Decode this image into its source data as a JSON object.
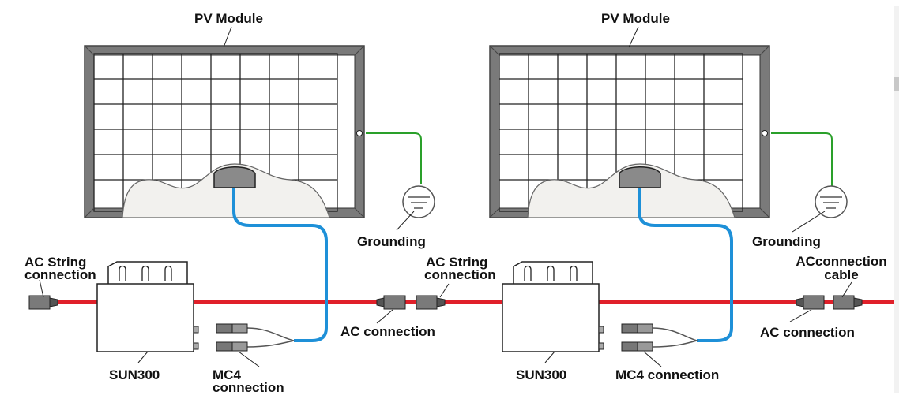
{
  "colors": {
    "ac_cable": "#e0202a",
    "dc_cable": "#1e90d8",
    "ground_wire": "#2aa02a",
    "frame": "#7a7a7a",
    "panel": "#ffffff",
    "cloud": "#f2f1ee"
  },
  "left": {
    "pv_module": "PV Module",
    "grounding": "Grounding",
    "ac_string_1": "AC String",
    "ac_string_2": "connection",
    "ac_connection": "AC connection",
    "sun300": "SUN300",
    "mc4_1": "MC4",
    "mc4_2": "connection"
  },
  "right": {
    "pv_module": "PV Module",
    "grounding": "Grounding",
    "ac_string_1": "AC String",
    "ac_string_2": "connection",
    "ac_connection_cable_1": "ACconnection",
    "ac_connection_cable_2": "cable",
    "ac_connection": "AC connection",
    "sun300": "SUN300",
    "mc4": "MC4 connection"
  }
}
